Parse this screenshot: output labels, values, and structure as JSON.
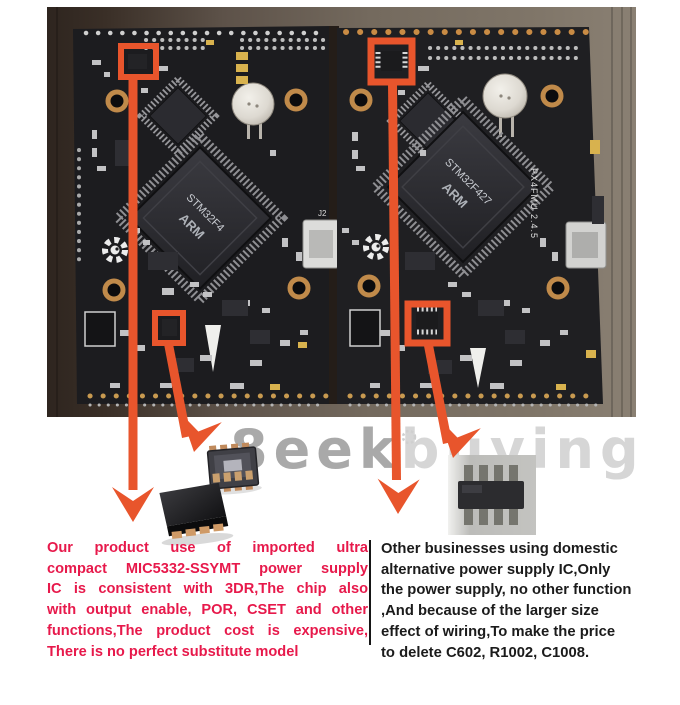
{
  "annotations": {
    "highlight_color": "#e8552c"
  },
  "photo": {
    "boards": {
      "left_chip_line1": "STM32F4",
      "left_chip_line2": "ARM",
      "right_chip_line1": "STM32F427",
      "right_chip_line2": "ARM",
      "right_silkscreen": "PX4FMU 2.4.5",
      "left_usb_label": "J2"
    }
  },
  "watermark": {
    "bold_part": "8eek",
    "light_part": "buying"
  },
  "captions": {
    "left": {
      "text_color": "#e7194b",
      "lines": [
        "Our product use of imported ultra",
        "compact MIC5332-SSYMT power supply",
        "IC is consistent with 3DR,The chip also",
        "with output enable, POR, CSET and other",
        "functions,The product cost is expensive,",
        "There is no perfect substitute model"
      ]
    },
    "right": {
      "text_color": "#1b1b1b",
      "lines": [
        "Other businesses using domestic",
        "alternative power supply IC,Only",
        "the power supply, no other function",
        ",And because of the larger size",
        "effect of wiring,To make the price",
        "to delete C602, R1002, C1008."
      ]
    }
  }
}
